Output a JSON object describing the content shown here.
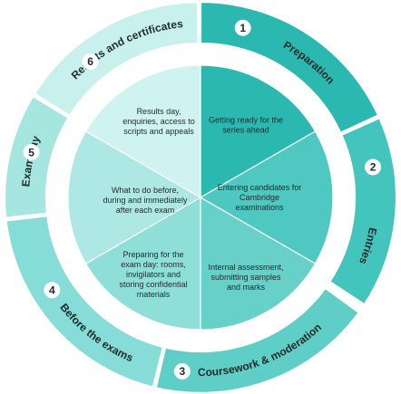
{
  "colors": {
    "outer_dark": "#2bb8b0",
    "outer_mid": "#58cdc6",
    "outer_light": "#8ee0da",
    "outer_pale": "#c4efec",
    "label_text": "#1f2a2a",
    "number_badge": "#ffffff"
  },
  "stages": [
    {
      "number": "1",
      "label": "Preparation",
      "description": [
        "Getting ready for the",
        "series ahead"
      ],
      "sector_color": "#2bb8b0",
      "arc_color": "#2bb8b0"
    },
    {
      "number": "2",
      "label": "Entries",
      "description": [
        "Entering candidates for",
        "Cambridge",
        "examinations"
      ],
      "sector_color": "#4ec8c0",
      "arc_color": "#43c4bc"
    },
    {
      "number": "3",
      "label": "Coursework & moderation",
      "description": [
        "Internal assessment,",
        "submitting samples",
        "and marks"
      ],
      "sector_color": "#66d0c9",
      "arc_color": "#5fcec7"
    },
    {
      "number": "4",
      "label": "Before the exams",
      "description": [
        "Preparing for the",
        "exam day: rooms,",
        "invigilators and",
        "storing confidential",
        "materials"
      ],
      "sector_color": "#8fdfd9",
      "arc_color": "#86dcd6"
    },
    {
      "number": "5",
      "label": "Exam day",
      "description": [
        "What to do before,",
        "during and immediately",
        "after each exam"
      ],
      "sector_color": "#aee8e4",
      "arc_color": "#a6e6e1"
    },
    {
      "number": "6",
      "label": "Results and certificates",
      "description": [
        "Results day,",
        "enquiries, access to",
        "scripts and appeals"
      ],
      "sector_color": "#cff3f0",
      "arc_color": "#c8f1ee"
    }
  ]
}
